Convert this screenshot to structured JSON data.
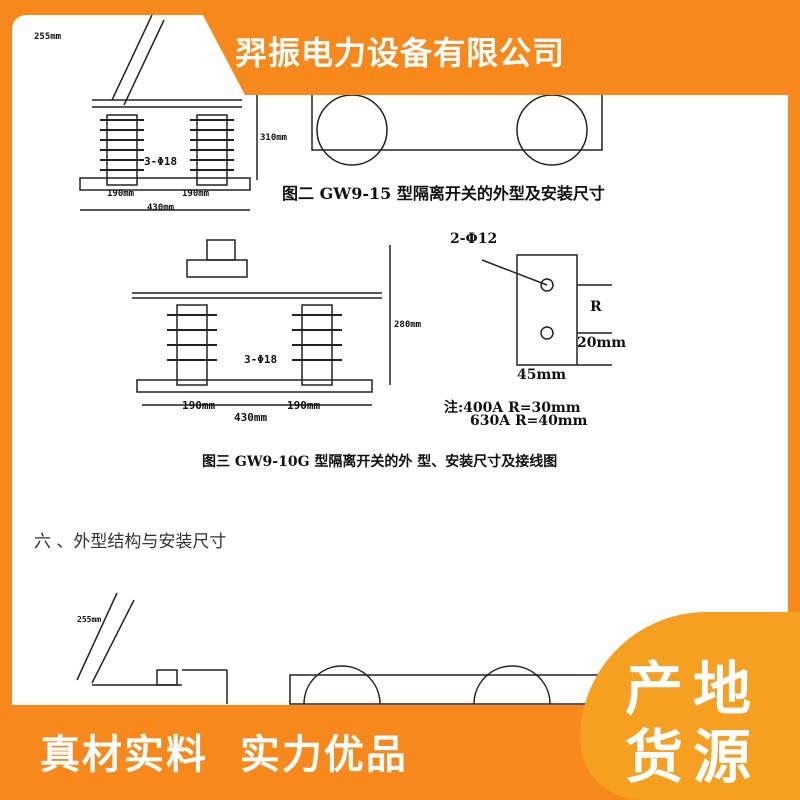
{
  "header": {
    "company": "羿振电力设备有限公司"
  },
  "figure2": {
    "arm_length": "255mm",
    "height": "310mm",
    "holes": "3-Φ18",
    "span_left": "190mm",
    "span_right": "190mm",
    "total": "430mm",
    "caption": "图二 GW9-15 型隔离开关的外型及安装尺寸"
  },
  "figure3": {
    "height": "280mm",
    "holes": "3-Φ18",
    "span_left": "190mm",
    "span_right": "190mm",
    "total": "430mm",
    "terminal_holes": "2-Φ12",
    "r_label": "R",
    "edge": "20mm",
    "width": "45mm",
    "note1": "注:400A R=30mm",
    "note2": "630A R=40mm",
    "caption": "图三 GW9-10G 型隔离开关的外 型、安装尺寸及接线图"
  },
  "section6": {
    "title": "六 、外型结构与安装尺寸",
    "arm_length": "255mm"
  },
  "footer": {
    "slogan": "真材实料  实力优品",
    "badge_line1": "产地",
    "badge_line2": "货源"
  }
}
